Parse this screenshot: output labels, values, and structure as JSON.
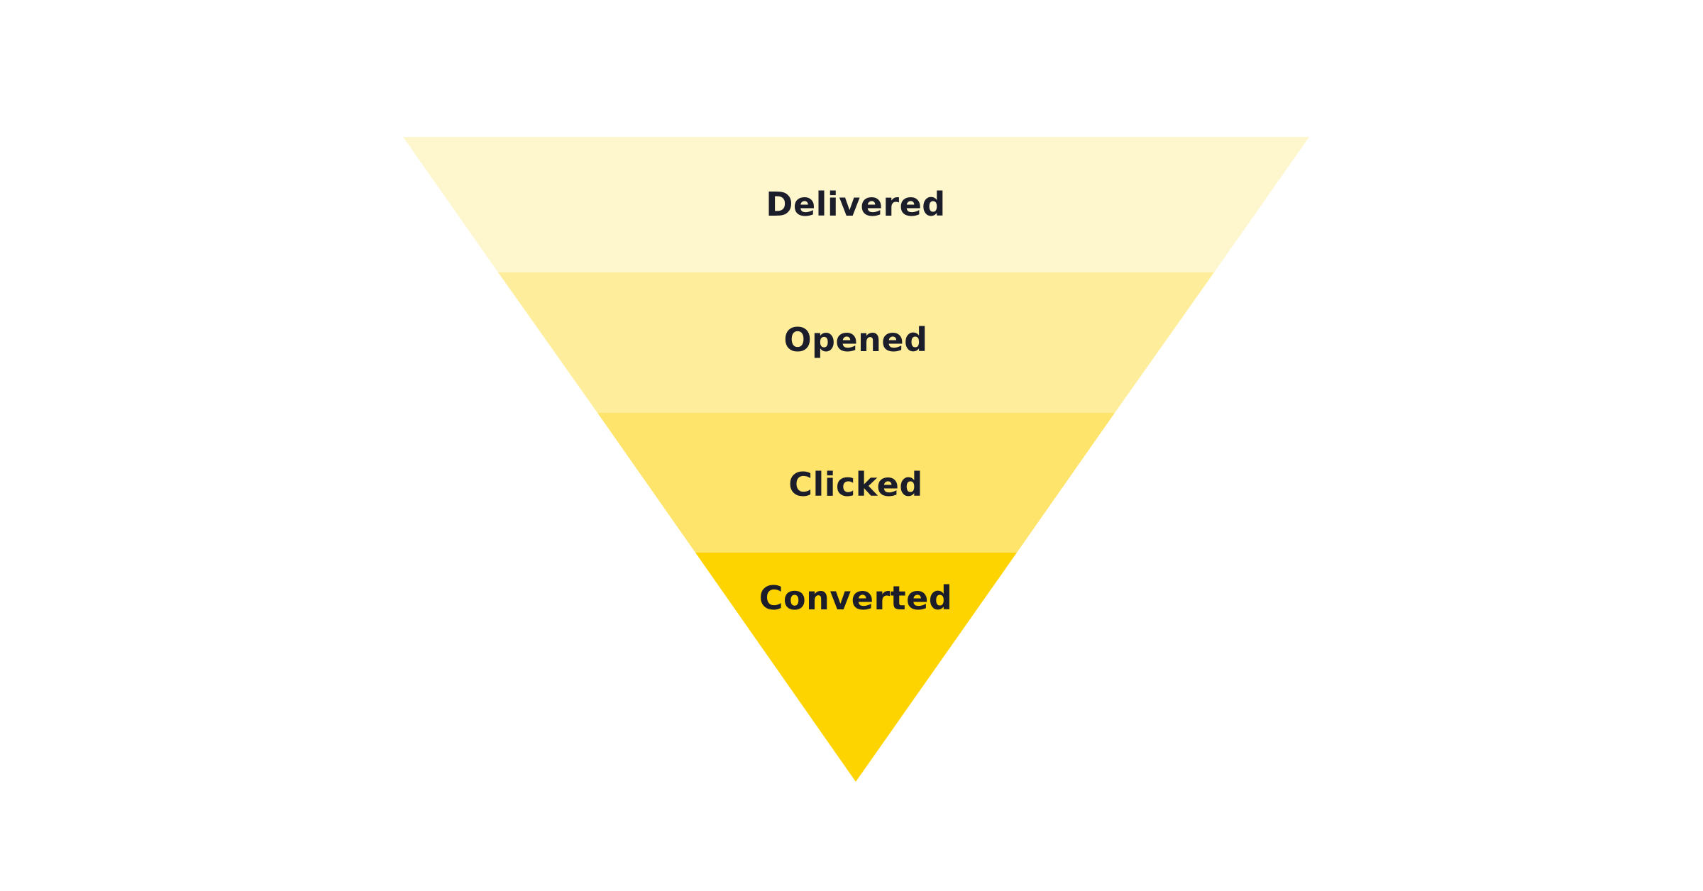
{
  "funnel": {
    "stages": [
      {
        "label": "Delivered",
        "color": "#FEF6CC"
      },
      {
        "label": "Opened",
        "color": "#FEEE9C"
      },
      {
        "label": "Clicked",
        "color": "#FEE46B"
      },
      {
        "label": "Converted",
        "color": "#FED400"
      }
    ],
    "text_color": "#1C1D2B"
  }
}
